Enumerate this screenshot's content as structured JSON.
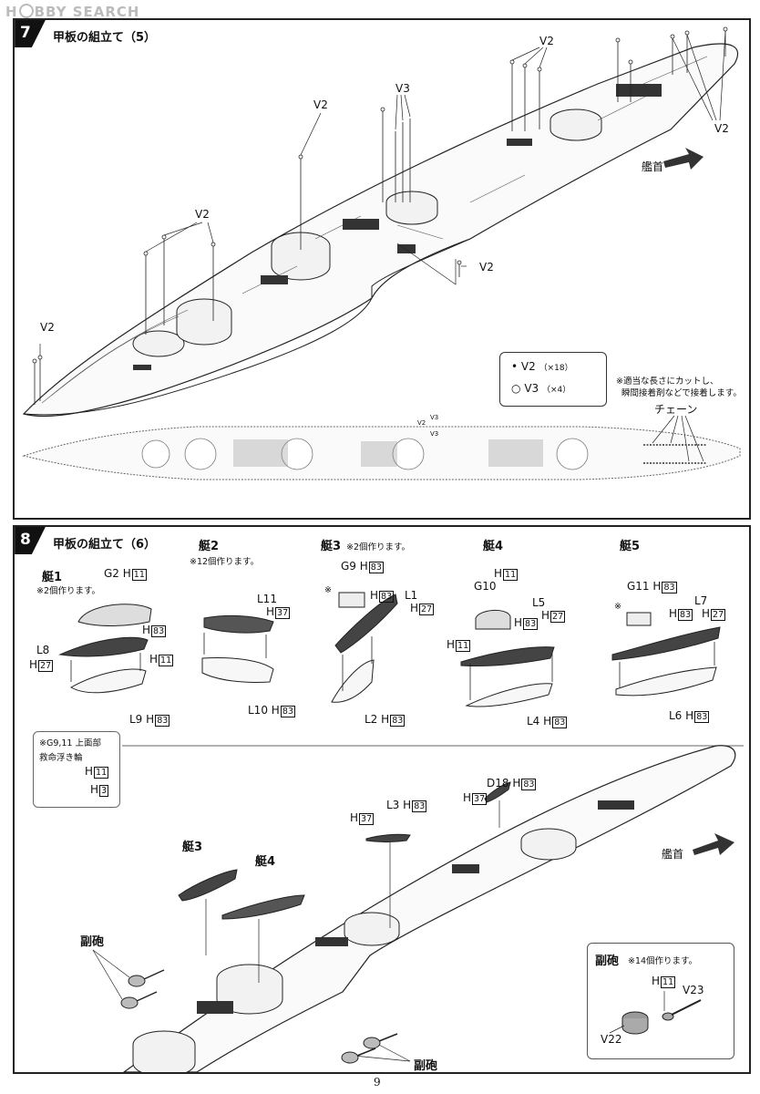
{
  "watermark": {
    "hobby": "H",
    "search": "BBY SEARCH"
  },
  "step7": {
    "number": "7",
    "title": "甲板の組立て（5）",
    "labels": {
      "v2_a": "V2",
      "v2_b": "V2",
      "v2_c": "V2",
      "v2_d": "V2",
      "v2_e": "V2",
      "v2_f": "V2",
      "v3": "V3",
      "bow": "艦首",
      "chain": "チェーン",
      "note_line1": "※適当な長さにカットし、",
      "note_line2": "瞬間接着剤などで接着します。",
      "tiny_v2": "V2",
      "tiny_v3a": "V3",
      "tiny_v3b": "V3"
    },
    "legend": {
      "v2": "V2",
      "v2_count": "（×18）",
      "v3": "V3",
      "v3_count": "（×4）"
    }
  },
  "step8": {
    "number": "8",
    "title": "甲板の組立て（6）",
    "boat1": {
      "title": "艇1",
      "note": "※2個作ります。",
      "g2": "G2",
      "h": "H",
      "b11": "11",
      "b83": "83",
      "b27": "27",
      "l8": "L8",
      "l9": "L9"
    },
    "boat2": {
      "title": "艇2",
      "note": "※12個作ります。",
      "l11": "L11",
      "l10": "L10",
      "h": "H",
      "b37": "37",
      "b83": "83"
    },
    "boat3": {
      "title": "艇3",
      "note": "※2個作ります。",
      "g9": "G9",
      "l1": "L1",
      "l2": "L2",
      "h": "H",
      "b83": "83",
      "b27": "27",
      "mark": "※"
    },
    "boat4": {
      "title": "艇4",
      "g10": "G10",
      "l5": "L5",
      "l4": "L4",
      "h": "H",
      "b11": "11",
      "b83": "83",
      "b27": "27"
    },
    "boat5": {
      "title": "艇5",
      "g11": "G11",
      "l7": "L7",
      "l6": "L6",
      "h": "H",
      "b83": "83",
      "b27": "27",
      "mark": "※"
    },
    "note_box": {
      "title": "※G9,11 上面部",
      "ring": "救命浮き輪",
      "h": "H",
      "b11": "11",
      "b3": "3"
    },
    "lower": {
      "boat3": "艇3",
      "boat4": "艇4",
      "secondary_a": "副砲",
      "secondary_b": "副砲",
      "l3": "L3",
      "d18": "D18",
      "h": "H",
      "b37": "37",
      "b83": "83",
      "bow": "艦首"
    },
    "secondary_box": {
      "title": "副砲",
      "note": "※14個作ります。",
      "h": "H",
      "b11": "11",
      "v22": "V22",
      "v23": "V23"
    }
  },
  "page_number": "9"
}
